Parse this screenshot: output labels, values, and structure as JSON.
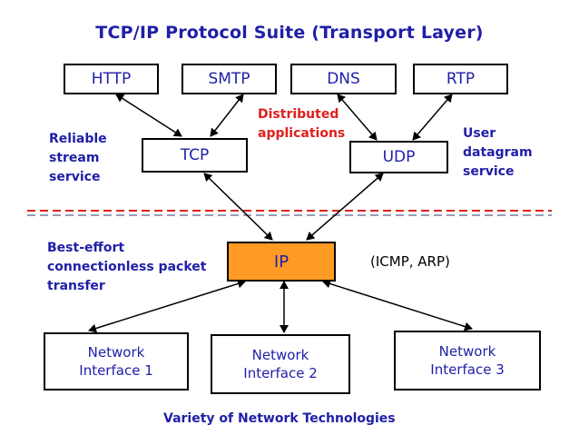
{
  "title": "TCP/IP Protocol Suite (Transport Layer)",
  "applications": {
    "http": "HTTP",
    "smtp": "SMTP",
    "dns": "DNS",
    "rtp": "RTP"
  },
  "transport": {
    "tcp": "TCP",
    "udp": "UDP"
  },
  "network": {
    "ip": "IP",
    "ip_note": "(ICMP, ARP)"
  },
  "interfaces": [
    "Network\nInterface 1",
    "Network\nInterface 2",
    "Network\nInterface 3"
  ],
  "labels": {
    "reliable": "Reliable\nstream\nservice",
    "distributed": "Distributed\napplications",
    "user_datagram": "User\ndatagram\nservice",
    "best_effort": "Best-effort\nconnectionless packet\ntransfer",
    "variety": "Variety of Network Technologies"
  },
  "colors": {
    "text_blue": "#1f1fa8",
    "accent_red": "#e0201c",
    "ip_orange": "#ff9a24",
    "divider": "#e0201c"
  }
}
